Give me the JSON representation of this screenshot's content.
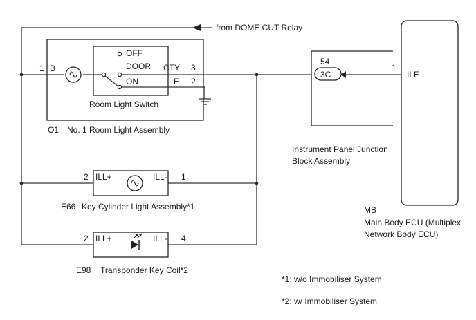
{
  "relay_source": "from DOME CUT Relay",
  "room_light_assembly": {
    "code": "O1",
    "name": "No. 1 Room Light Assembly",
    "switch_label": "Room Light Switch",
    "switch_positions": [
      "OFF",
      "DOOR",
      "ON"
    ],
    "pin_b_num": "1",
    "pin_b_name": "B",
    "pin_cty_num": "3",
    "pin_cty_name": "CTY",
    "pin_e_num": "2",
    "pin_e_name": "E"
  },
  "junction_block": {
    "connector_num": "54",
    "connector_code": "3C",
    "name_line1": "Instrument Panel Junction",
    "name_line2": "Block Assembly"
  },
  "main_body_ecu": {
    "pin_num": "1",
    "pin_name": "ILE",
    "code": "MB",
    "name_line1": "Main Body ECU (Multiplex",
    "name_line2": "Network Body ECU)"
  },
  "key_cylinder_light": {
    "code": "E66",
    "name": "Key Cylinder Light Assembly*1",
    "pin_left_num": "2",
    "pin_left_name": "ILL+",
    "pin_right_num": "1",
    "pin_right_name": "ILL-"
  },
  "transponder_coil": {
    "code": "E98",
    "name": "Transponder Key Coil*2",
    "pin_left_num": "2",
    "pin_left_name": "ILL+",
    "pin_right_num": "4",
    "pin_right_name": "ILL-"
  },
  "notes": {
    "note1": "*1: w/o Immobiliser System",
    "note2": "*2: w/ Immobiliser System"
  }
}
